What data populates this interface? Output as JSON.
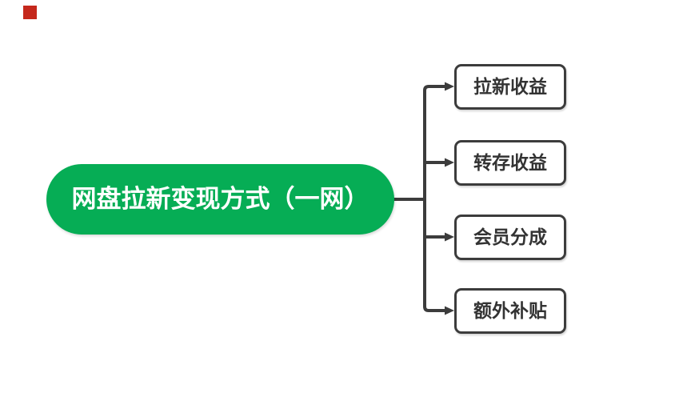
{
  "root": {
    "label": "网盘拉新变现方式（一网）",
    "fill_color": "#06AD55",
    "text_color": "#FFFFFF"
  },
  "branches": [
    {
      "label": "拉新收益"
    },
    {
      "label": "转存收益"
    },
    {
      "label": "会员分成"
    },
    {
      "label": "额外补贴"
    }
  ],
  "colors": {
    "connector": "#3C3C3C",
    "branch_border": "#3C3C3C",
    "branch_text": "#333333",
    "corner_marker": "#C5281C",
    "background": "#FFFFFF"
  }
}
